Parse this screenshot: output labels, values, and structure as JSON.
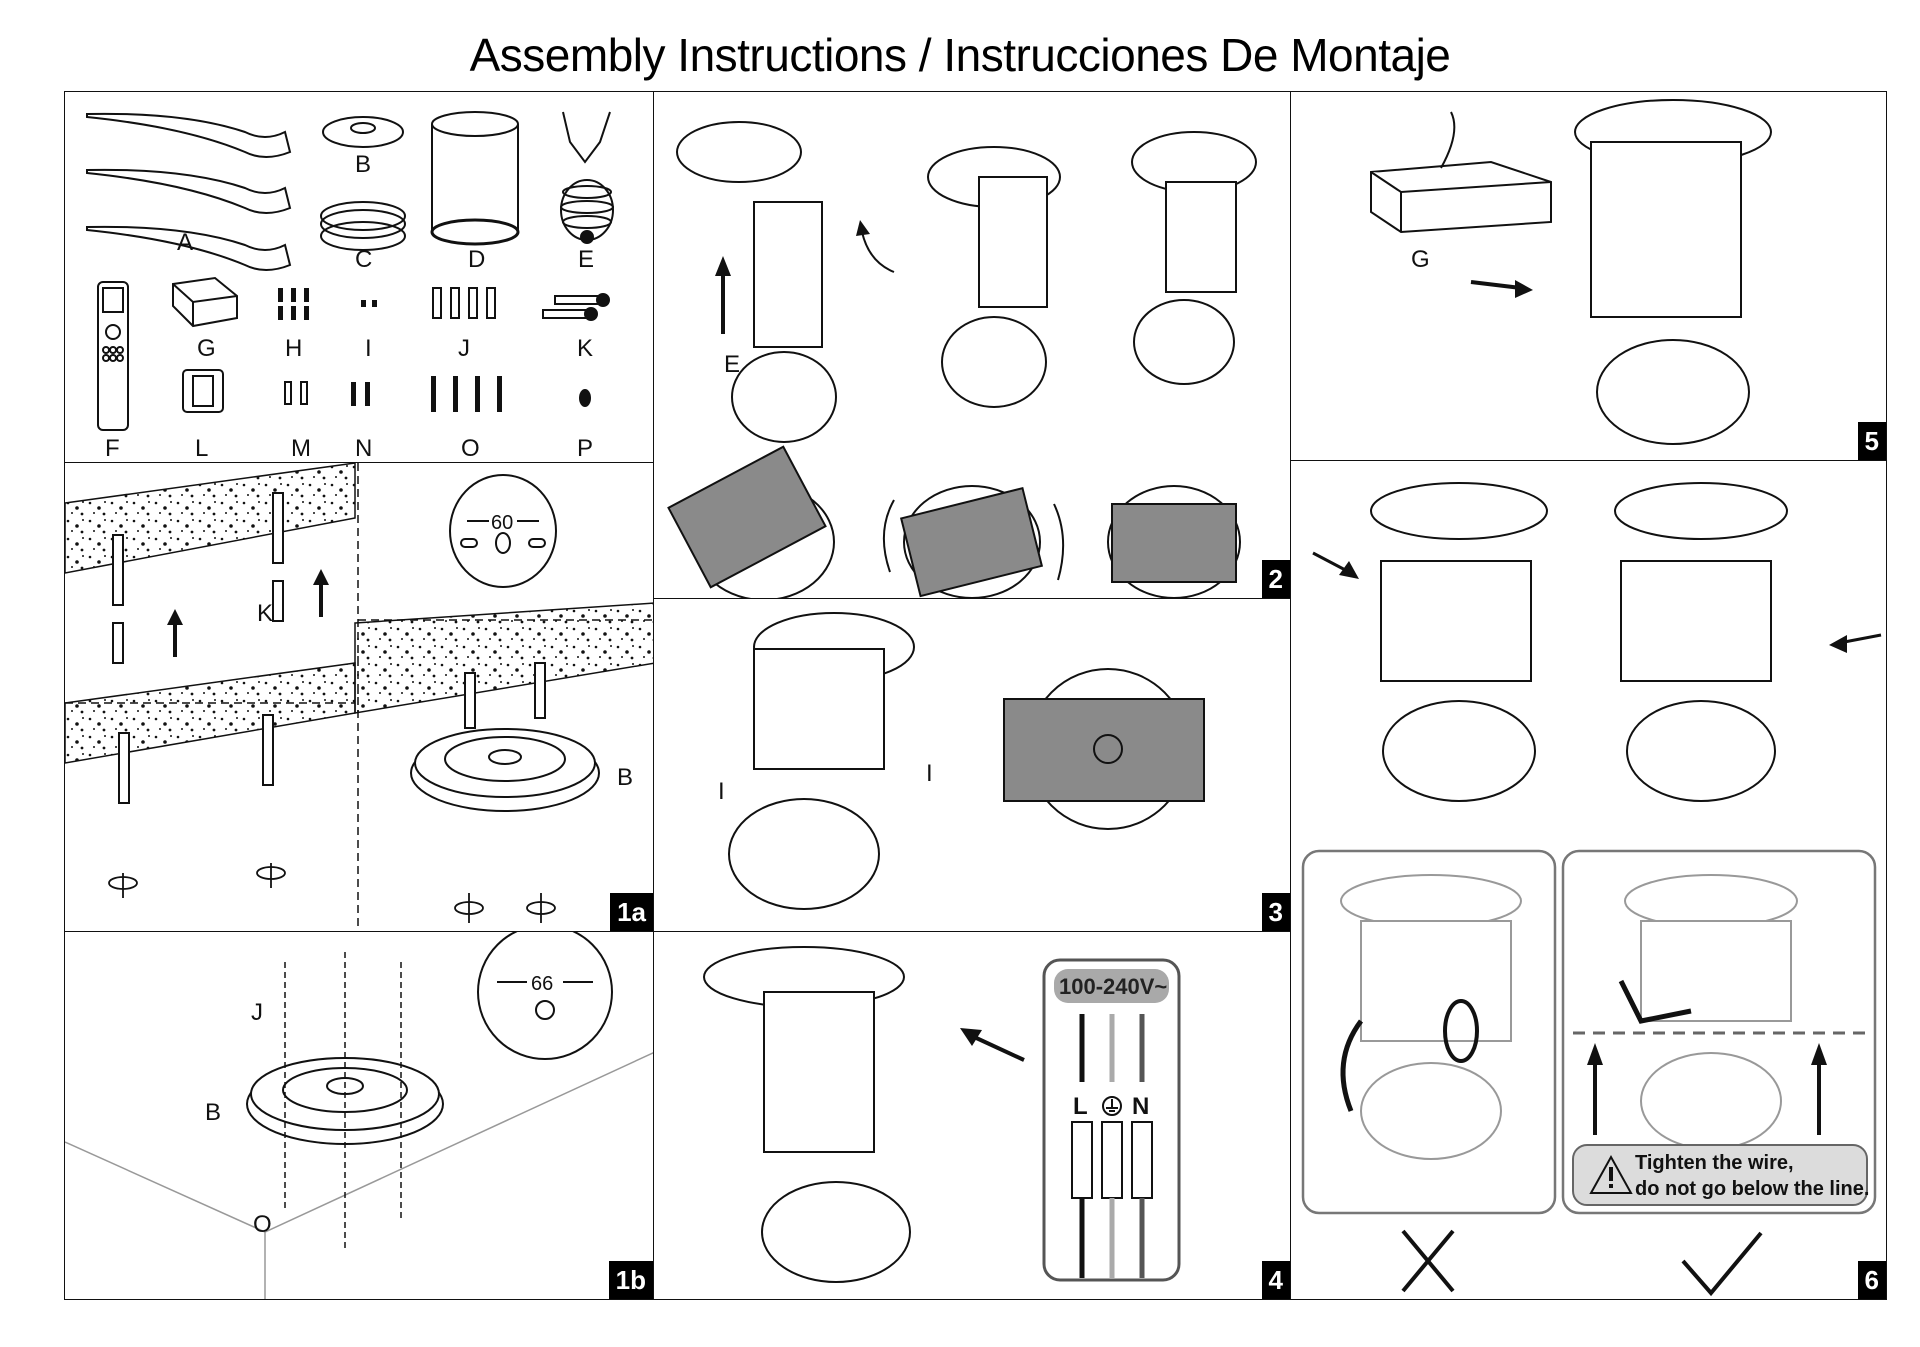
{
  "title": "Assembly Instructions / Instrucciones De Montaje",
  "parts_panel": {
    "labels": [
      "A",
      "B",
      "C",
      "D",
      "E",
      "F",
      "G",
      "H",
      "I",
      "J",
      "K",
      "L",
      "M",
      "N",
      "O",
      "P"
    ]
  },
  "panels": {
    "p1a": {
      "number": "1a",
      "dimension": "60",
      "label_k": "K",
      "label_b": "B"
    },
    "p1b": {
      "number": "1b",
      "dimension": "66",
      "label_j": "J",
      "label_b": "B",
      "label_o": "O"
    },
    "p2": {
      "number": "2",
      "label_e": "E"
    },
    "p3": {
      "number": "3",
      "label_i_left": "I",
      "label_i_right": "I"
    },
    "p4": {
      "number": "4",
      "voltage": "100-240V~",
      "terminal_l": "L",
      "terminal_n": "N",
      "terminal_ground_icon": "ground-icon"
    },
    "p5": {
      "number": "5",
      "label_g": "G"
    },
    "p6": {
      "number": "6",
      "warning_line1": "Tighten the wire,",
      "warning_line2": "do not go below the line.",
      "wrong_mark": "cross-icon",
      "right_mark": "check-icon"
    }
  },
  "colors": {
    "ink": "#111111",
    "plate_gray": "#8a8a8a",
    "badge_bg": "#000000",
    "warning_bg": "#dcdcdc",
    "voltage_bg": "#a9a9a9",
    "wire_gray": "#9a9a9a",
    "wire_dark": "#555555"
  }
}
